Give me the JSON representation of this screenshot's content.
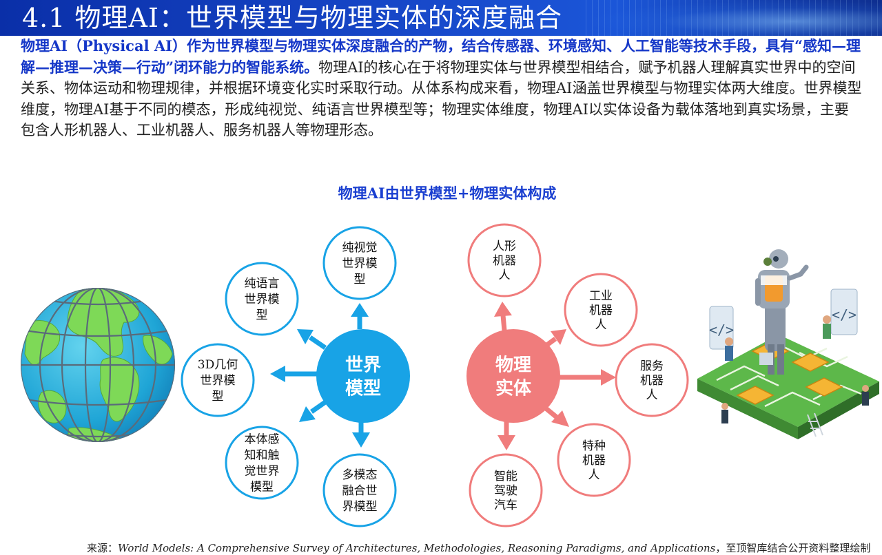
{
  "header": {
    "title": "4.1 物理AI：世界模型与物理实体的深度融合"
  },
  "intro": {
    "highlight": "物理AI（Physical AI）作为世界模型与物理实体深度融合的产物，结合传感器、环境感知、人工智能等技术手段，具有“感知—理解—推理—决策—行动”闭环能力的智能系统。",
    "body": "物理AI的核心在于将物理实体与世界模型相结合，赋予机器人理解真实世界中的空间关系、物体运动和物理规律，并根据环境变化实时采取行动。从体系构成来看，物理AI涵盖世界模型与物理实体两大维度。世界模型维度，物理AI基于不同的模态，形成纯视觉、纯语言世界模型等；物理实体维度，物理AI以实体设备为载体落地到真实场景，主要包含人形机器人、工业机器人、服务机器人等物理形态。"
  },
  "figure": {
    "title": "物理AI由世界模型+物理实体构成",
    "world_model": {
      "center": [
        "世界",
        "模型"
      ],
      "color": "#18a3e6",
      "items": [
        [
          "纯视觉",
          "世界模",
          "型"
        ],
        [
          "纯语言",
          "世界模",
          "型"
        ],
        [
          "3D几何",
          "世界模",
          "型"
        ],
        [
          "本体感",
          "知和触",
          "觉世界",
          "模型"
        ],
        [
          "多模态",
          "融合世",
          "界模型"
        ]
      ]
    },
    "physical_entity": {
      "center": [
        "物理",
        "实体"
      ],
      "color": "#f07c7c",
      "items": [
        [
          "人形",
          "机器",
          "人"
        ],
        [
          "工业",
          "机器",
          "人"
        ],
        [
          "服务",
          "机器",
          "人"
        ],
        [
          "特种",
          "机器",
          "人"
        ],
        [
          "智能",
          "驾驶",
          "汽车"
        ]
      ]
    }
  },
  "source": {
    "prefix": "来源：",
    "citation": "World Models: A Comprehensive Survey of Architectures, Methodologies, Reasoning Paradigms, and Applications",
    "suffix": "，至顶智库结合公开资料整理绘制"
  }
}
